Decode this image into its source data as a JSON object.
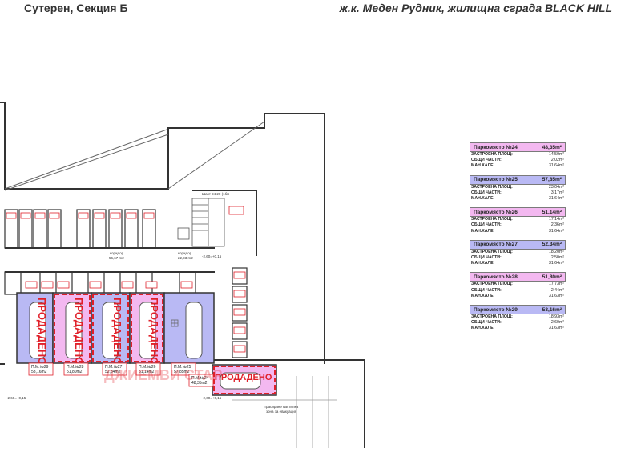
{
  "header": {
    "left_title": "Сутерен, Секция Б",
    "right_title": "ж.к. Меден Рудник, жилищна сграда BLACK HILL"
  },
  "plan": {
    "sold_label": "ПРОДАДЕНО",
    "watermark": "ДЖИЕМВИ СТАР",
    "corridor_1": "коридор",
    "corridor_1_area": "56,67 m2",
    "corridor_2": "коридор",
    "corridor_2_area": "22,93 m2",
    "level_1": "-2,60=+0,15",
    "level_2": "-2,60=+0,15",
    "level_3": "-2,60=+0,15",
    "shaft_label": "Шахт 24,20 (1бм",
    "ramp_note_1": "трасиране настилка",
    "ramp_note_2": "зона за евакуация",
    "parking_tags": [
      {
        "id": "П.М.№29",
        "area": "53,16m2"
      },
      {
        "id": "П.М.№28",
        "area": "51,80m2"
      },
      {
        "id": "П.М.№27",
        "area": "52,34m2"
      },
      {
        "id": "П.М.№26",
        "area": "51,14m2"
      },
      {
        "id": "П.М.№25",
        "area": "57,85m2"
      },
      {
        "id": "П.М.№24",
        "area": "48,35m2"
      }
    ]
  },
  "spots": [
    {
      "title": "Паркомясто №24",
      "area": "48,35m²",
      "color": "pink",
      "built_label": "ЗАСТРОЕНА ПЛОЩ:",
      "built": "14,59m²",
      "common_label": "ОБЩИ ЧАСТИ:",
      "common": "2,02m²",
      "hall_label": "МАН.ХАЛЕ:",
      "hall": "31,64m²"
    },
    {
      "title": "Паркомясто №25",
      "area": "57,85m²",
      "color": "blue",
      "built_label": "ЗАСТРОЕНА ПЛОЩ:",
      "built": "23,04m²",
      "common_label": "ОБЩИ ЧАСТИ:",
      "common": "3,17m²",
      "hall_label": "МАН.ХАЛЕ:",
      "hall": "31,64m²"
    },
    {
      "title": "Паркомясто №26",
      "area": "51,14m²",
      "color": "pink",
      "built_label": "ЗАСТРОЕНА ПЛОЩ:",
      "built": "17,14m²",
      "common_label": "ОБЩИ ЧАСТИ:",
      "common": "2,36m²",
      "hall_label": "МАН.ХАЛЕ:",
      "hall": "31,64m²"
    },
    {
      "title": "Паркомясто №27",
      "area": "52,34m²",
      "color": "blue",
      "built_label": "ЗАСТРОЕНА ПЛОЩ:",
      "built": "18,20m²",
      "common_label": "ОБЩИ ЧАСТИ:",
      "common": "2,50m²",
      "hall_label": "МАН.ХАЛЕ:",
      "hall": "31,64m²"
    },
    {
      "title": "Паркомясто №28",
      "area": "51,80m²",
      "color": "pink",
      "built_label": "ЗАСТРОЕНА ПЛОЩ:",
      "built": "17,73m²",
      "common_label": "ОБЩИ ЧАСТИ:",
      "common": "2,44m²",
      "hall_label": "МАН.ХАЛЕ:",
      "hall": "31,63m²"
    },
    {
      "title": "Паркомясто №29",
      "area": "53,16m²",
      "color": "blue",
      "built_label": "ЗАСТРОЕНА ПЛОЩ:",
      "built": "18,93m²",
      "common_label": "ОБЩИ ЧАСТИ:",
      "common": "2,60m²",
      "hall_label": "МАН.ХАЛЕ:",
      "hall": "31,63m²"
    }
  ],
  "colors": {
    "pink": "#f3b8f0",
    "blue": "#b9b9f4",
    "sold_red": "#e0202a",
    "wall": "#333333"
  }
}
